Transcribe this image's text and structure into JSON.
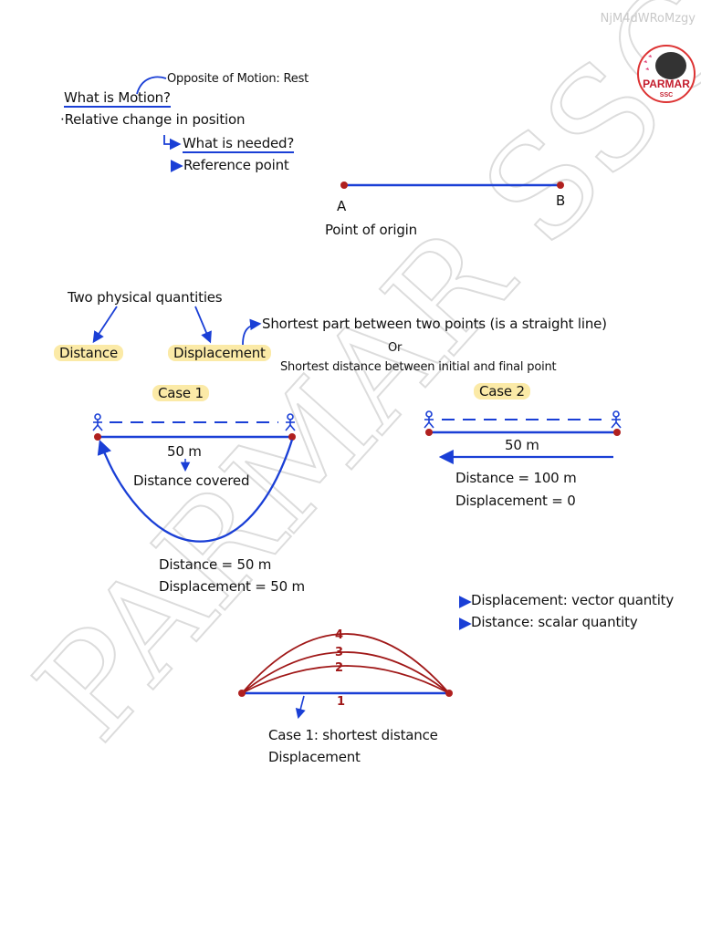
{
  "doc_code": "NjM4dWRoMzgy",
  "logo": {
    "name": "PARMAR",
    "sub": "SSC"
  },
  "watermark": "PARMAR SSC",
  "motion": {
    "opposite": "Opposite of Motion: Rest",
    "question": "What is Motion?",
    "definition": "Relative change in position",
    "needed": "What is needed?",
    "reference": "Reference point"
  },
  "line_ab": {
    "a": "A",
    "b": "B",
    "origin": "Point of origin"
  },
  "quantities": {
    "heading": "Two physical quantities",
    "distance": "Distance",
    "displacement": "Displacement",
    "shortest_path": "Shortest part between two points (is a straight line)",
    "or": "Or",
    "shortest_distance": "Shortest distance between initial and final point"
  },
  "case1": {
    "title": "Case 1",
    "length": "50 m",
    "covered": "Distance covered",
    "distance": "Distance = 50 m",
    "displacement": "Displacement = 50 m"
  },
  "case2": {
    "title": "Case 2",
    "length": "50 m",
    "distance": "Distance = 100 m",
    "displacement": "Displacement = 0"
  },
  "notes": {
    "displacement_type": "Displacement: vector quantity",
    "distance_type": "Distance: scalar quantity"
  },
  "paths": {
    "n1": "1",
    "n2": "2",
    "n3": "3",
    "n4": "4",
    "caption1": "Case 1: shortest distance",
    "caption2": "Displacement"
  },
  "colors": {
    "ink": "#111111",
    "blue": "#1a3fd6",
    "red": "#b0201f",
    "highlight": "#fbeaa7"
  }
}
